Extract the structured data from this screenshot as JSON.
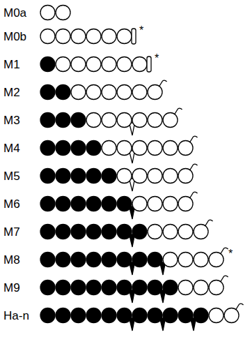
{
  "diagram": {
    "labels": [
      "M0a",
      "M0b",
      "*",
      "M1",
      "*",
      "M2",
      "M3",
      "M4",
      "M5",
      "M6",
      "M7",
      "M8",
      "*",
      "M9",
      "Ha-n"
    ]
  }
}
